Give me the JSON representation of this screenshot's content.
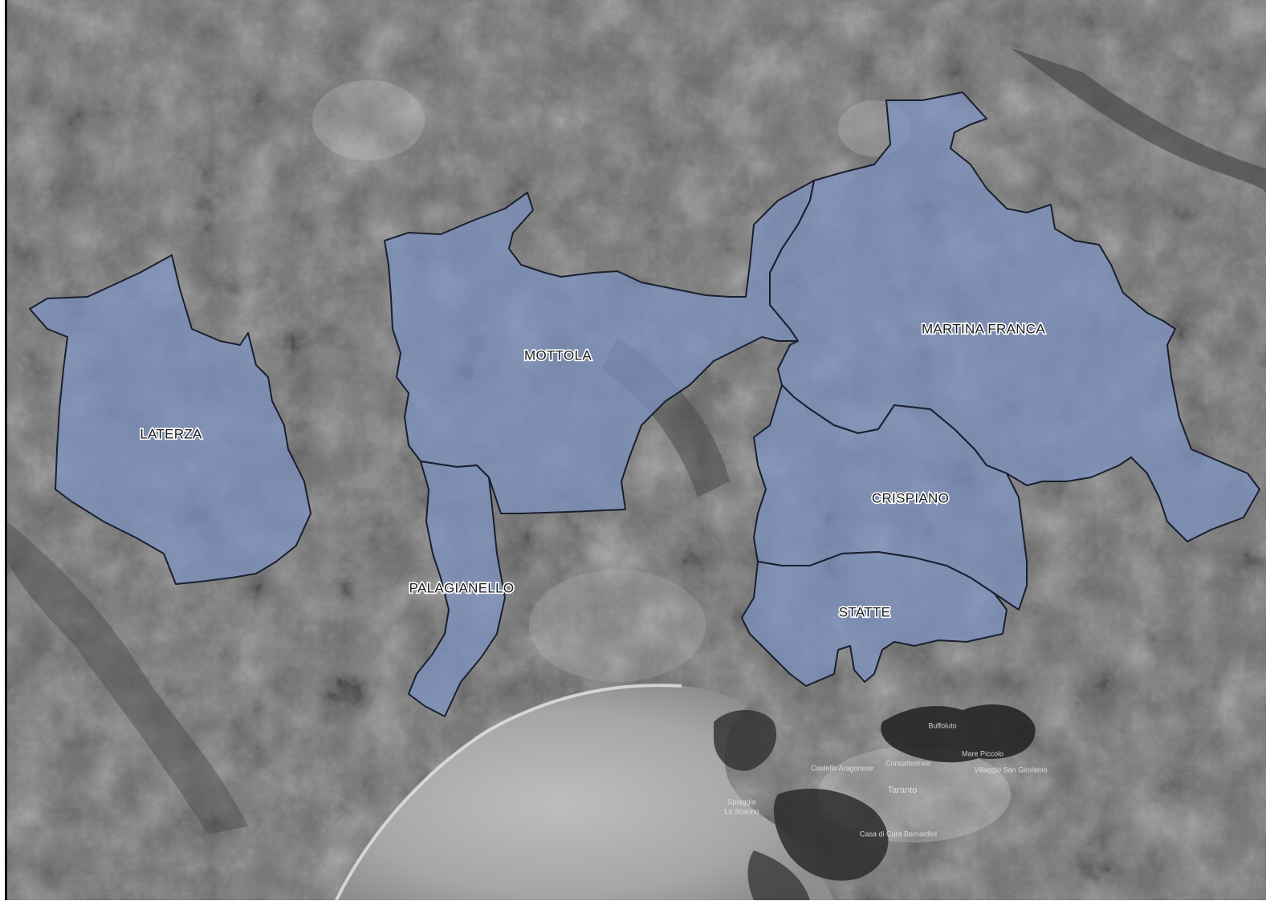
{
  "map": {
    "style": "grayscale satellite",
    "region_fill_color": "#7d93c4",
    "region_fill_opacity": 0.72,
    "border_color": "#1a1f2e",
    "municipalities": [
      {
        "id": "laterza",
        "name": "LATERZA"
      },
      {
        "id": "mottola",
        "name": "MOTTOLA"
      },
      {
        "id": "palagianello",
        "name": "PALAGIANELLO"
      },
      {
        "id": "martina-franca",
        "name": "MARTINA FRANCA"
      },
      {
        "id": "crispiano",
        "name": "CRISPIANO"
      },
      {
        "id": "statte",
        "name": "STATTE"
      }
    ],
    "place_labels": {
      "castello_aragonese": "Castello Aragonese",
      "concattedrale": "Concattedrale",
      "taranto": "Taranto",
      "spiaggia": "Spiaggia",
      "lo_scanno": "Lo Scanno",
      "casa_di_cura": "Casa di Cura Bernardini",
      "villaggio": "Villaggio San Girolamo",
      "buffoluto": "Buffoluto",
      "mare_piccolo": "Mare Piccolo"
    }
  }
}
